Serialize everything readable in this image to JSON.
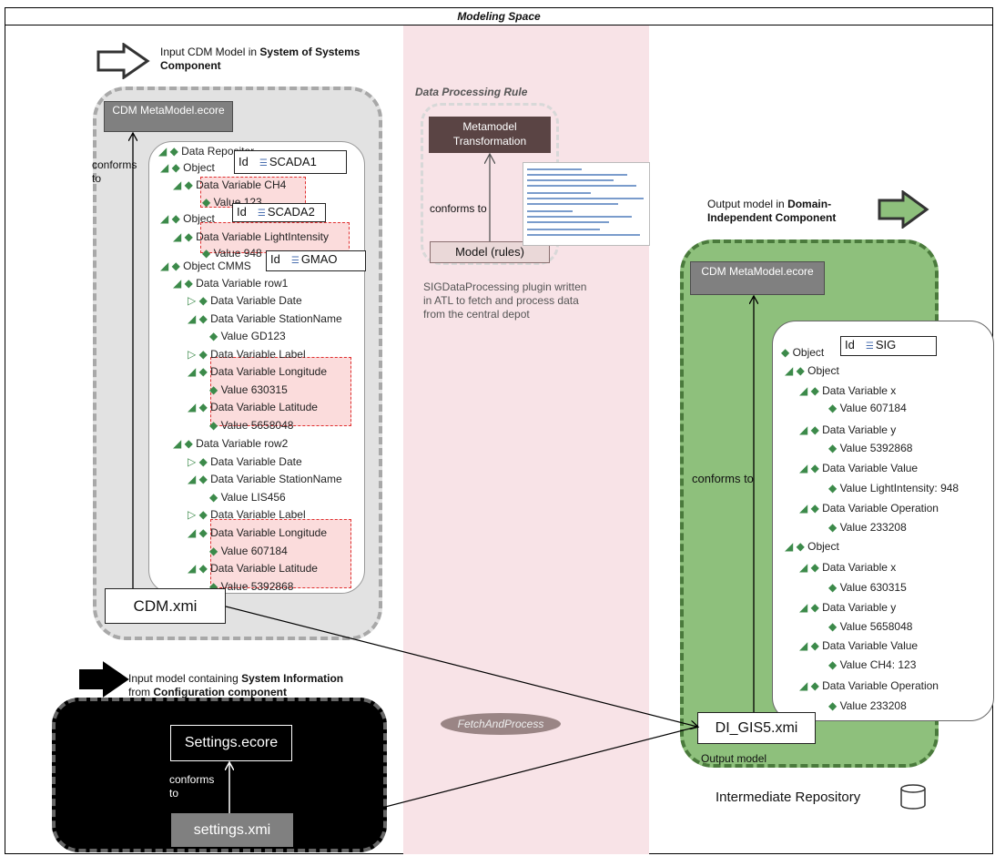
{
  "title": "Modeling Space",
  "input_cdm": {
    "label_plain": "Input CDM Model in ",
    "label_bold": "System of Systems Component",
    "metamodel": "CDM MetaModel.ecore",
    "conforms": "conforms to",
    "instance": "CDM.xmi"
  },
  "cdm_tree": [
    {
      "prefix": "◢ ◆ ",
      "text": "Data Repositor"
    },
    {
      "prefix": "◢ ◆ ",
      "text": "Object"
    },
    {
      "prefix": "◢ ◆ ",
      "text": "Data Variable CH4"
    },
    {
      "prefix": "◆ ",
      "text": "Value 123"
    },
    {
      "prefix": "◢ ◆ ",
      "text": "Object"
    },
    {
      "prefix": "◢ ◆ ",
      "text": "Data Variable LightIntensity"
    },
    {
      "prefix": "◆ ",
      "text": "Value 948"
    },
    {
      "prefix": "◢ ◆ ",
      "text": "Object CMMS"
    },
    {
      "prefix": "◢ ◆ ",
      "text": "Data Variable row1"
    },
    {
      "prefix": "▷ ◆ ",
      "text": "Data Variable Date"
    },
    {
      "prefix": "◢ ◆ ",
      "text": "Data Variable StationName"
    },
    {
      "prefix": "◆ ",
      "text": "Value GD123"
    },
    {
      "prefix": "▷ ◆ ",
      "text": "Data Variable Label"
    },
    {
      "prefix": "◢ ◆ ",
      "text": "Data Variable Longitude"
    },
    {
      "prefix": "◆ ",
      "text": "Value 630315"
    },
    {
      "prefix": "◢ ◆ ",
      "text": "Data Variable Latitude"
    },
    {
      "prefix": "◆ ",
      "text": "Value 5658048"
    },
    {
      "prefix": "◢ ◆ ",
      "text": "Data Variable row2"
    },
    {
      "prefix": "▷ ◆ ",
      "text": "Data Variable Date"
    },
    {
      "prefix": "◢ ◆ ",
      "text": "Data Variable StationName"
    },
    {
      "prefix": "◆ ",
      "text": "Value LIS456"
    },
    {
      "prefix": "▷ ◆ ",
      "text": "Data Variable Label"
    },
    {
      "prefix": "◢ ◆ ",
      "text": "Data Variable Longitude"
    },
    {
      "prefix": "◆ ",
      "text": "Value 607184"
    },
    {
      "prefix": "◢ ◆ ",
      "text": "Data Variable Latitude"
    },
    {
      "prefix": "◆ ",
      "text": "Value 5392868"
    }
  ],
  "cdm_ids": [
    {
      "key": "Id",
      "value": "SCADA1"
    },
    {
      "key": "Id",
      "value": "SCADA2"
    },
    {
      "key": "Id",
      "value": "GMAO"
    }
  ],
  "rule": {
    "title": "Data Processing Rule",
    "metamodel": "Metamodel Transformation",
    "conforms": "conforms to",
    "model": "Model (rules)",
    "description": "SIGDataProcessing plugin written in ATL to fetch and process data from the central depot"
  },
  "output": {
    "label_plain": "Output model in ",
    "label_bold": "Domain-Independent Component",
    "metamodel": "CDM MetaModel.ecore",
    "conforms": "conforms to",
    "instance": "DI_GIS5.xmi",
    "footer": "Output model",
    "repository": "Intermediate Repository"
  },
  "out_id": {
    "key": "Id",
    "value": "SIG"
  },
  "out_tree": [
    {
      "prefix": "◆ ",
      "text": "Object"
    },
    {
      "prefix": "◢ ◆ ",
      "text": "Object"
    },
    {
      "prefix": "◢ ◆ ",
      "text": "Data Variable x"
    },
    {
      "prefix": "◆ ",
      "text": "Value 607184"
    },
    {
      "prefix": "◢ ◆ ",
      "text": "Data Variable y"
    },
    {
      "prefix": "◆ ",
      "text": "Value 5392868"
    },
    {
      "prefix": "◢ ◆ ",
      "text": "Data Variable Value"
    },
    {
      "prefix": "◆ ",
      "text": "Value LightIntensity: 948"
    },
    {
      "prefix": "◢ ◆ ",
      "text": "Data Variable Operation"
    },
    {
      "prefix": "◆ ",
      "text": "Value 233208"
    },
    {
      "prefix": "◢ ◆ ",
      "text": "Object"
    },
    {
      "prefix": "◢ ◆ ",
      "text": "Data Variable x"
    },
    {
      "prefix": "◆ ",
      "text": "Value 630315"
    },
    {
      "prefix": "◢ ◆ ",
      "text": "Data Variable y"
    },
    {
      "prefix": "◆ ",
      "text": "Value 5658048"
    },
    {
      "prefix": "◢ ◆ ",
      "text": "Data Variable Value"
    },
    {
      "prefix": "◆ ",
      "text": "Value CH4: 123"
    },
    {
      "prefix": "◢ ◆ ",
      "text": "Data Variable Operation"
    },
    {
      "prefix": "◆ ",
      "text": "Value 233208"
    }
  ],
  "config": {
    "label_plain1": "Input model containing ",
    "label_bold1": "System Information",
    "label_plain2": "from ",
    "label_bold2": "Configuration component",
    "metamodel": "Settings.ecore",
    "conforms": "conforms to",
    "instance": "settings.xmi"
  },
  "transformation": "FetchAndProcess"
}
